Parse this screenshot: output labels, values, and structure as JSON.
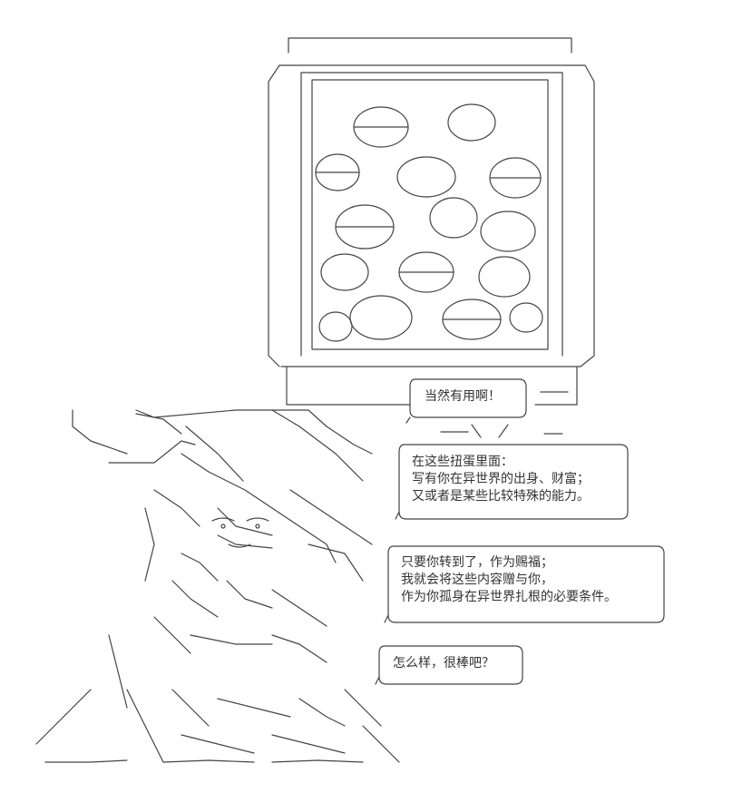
{
  "colors": {
    "ink": "#333333",
    "background": "#ffffff"
  },
  "bubbles": [
    {
      "lines": [
        "当然有用啊！"
      ]
    },
    {
      "lines": [
        "在这些扭蛋里面：",
        "写有你在异世界的出身、财富；",
        "又或者是某些比较特殊的能力。"
      ]
    },
    {
      "lines": [
        "只要你转到了，作为赐福；",
        "我就会将这些内容赠与你，",
        "作为你孤身在异世界扎根的必要条件。"
      ]
    },
    {
      "lines": [
        "怎么样，很棒吧？"
      ]
    }
  ]
}
